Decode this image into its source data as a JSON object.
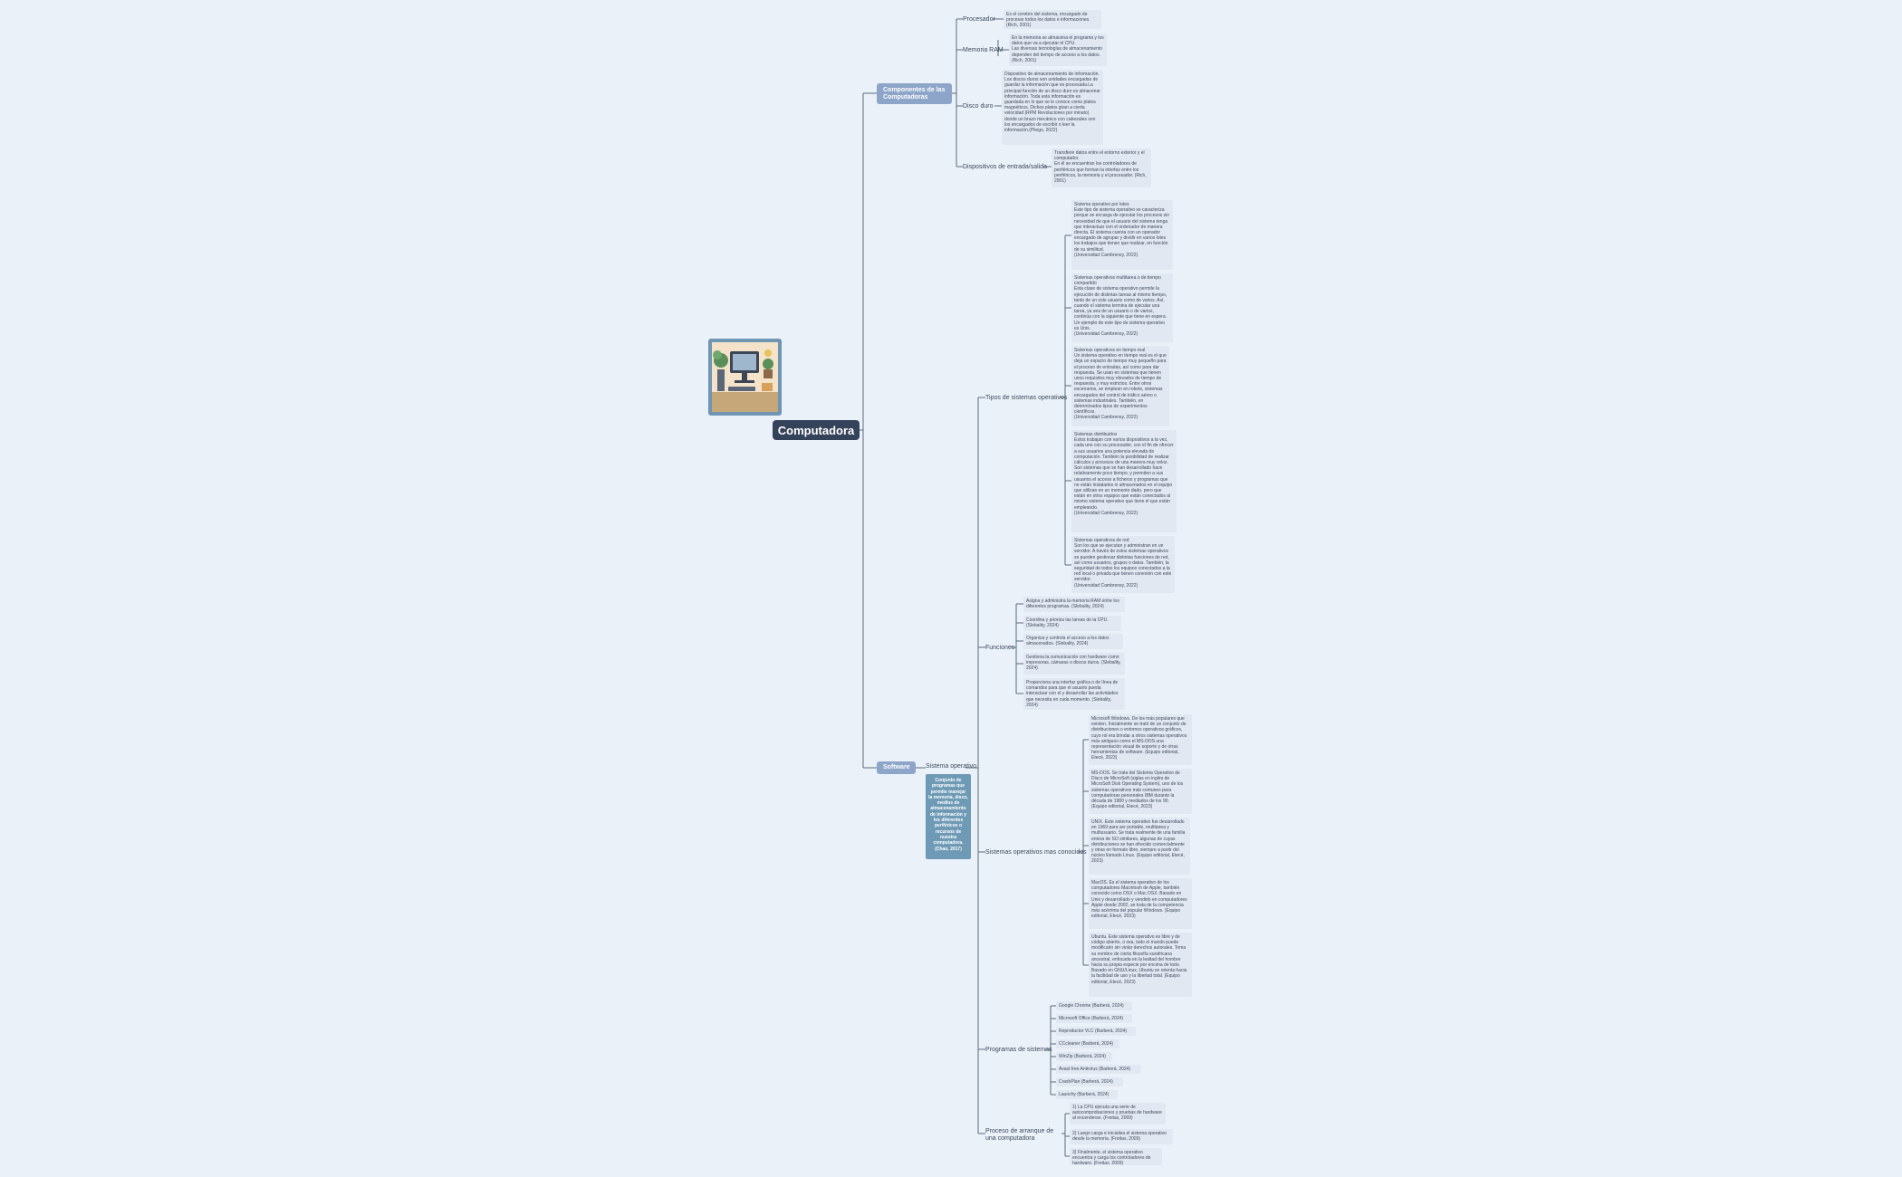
{
  "root": "Computadora",
  "colors": {
    "background": "#eaf1f8",
    "root": "#35435a",
    "main": "#8da5c8",
    "leaf": "#e2e8f1",
    "note": "#6f9ab5",
    "line": "#5a6b80"
  },
  "icons": [
    "computer-desk-illustration"
  ],
  "componentes": {
    "label": "Componentes de las Computadoras",
    "procesador": {
      "label": "Procesador",
      "text": "Es el cerebro del sistema, encargado de procesar todos los datos e informaciones. (Rich, 2001)"
    },
    "ram": {
      "label": "Memoria RAM",
      "text": "En la memoria se almacena el programa y los datos que va a ejecutar el CPU.\nLas diversas tecnologías de almacenamiento dependen del tiempo de acceso a los datos. (Rich, 2001)"
    },
    "disco": {
      "label": "Disco duro",
      "text": "Dispositivo de almacenamiento de información. Los discos duros son unidades encargadas de guardar la información que es procesada.La principal función de un disco duro es almacenar información. Toda esta información es guardada en lo que se le conoce como platos magnéticos. Dichos platos giran a cierta velocidad (RPM Revoluciones por minuto) donde un brazo mecánico con cabezales son los encargados de escribir o leer la información.(Pliego, 2022)"
    },
    "es": {
      "label": "Dispositivos de entrada/salida",
      "text": "Transfiere datos entre el entorno exterior y el computador.\nEn él se encuentran los controladores de periféricos que forman la interfaz entre los periféricos, la memoria y el procesador. (Rich, 2001)"
    }
  },
  "software": {
    "label": "Software",
    "so": {
      "label": "Sistema operativo",
      "note": "Conjunto de programas que permite manejar la memoria, disco, medios de almacenamiento de información y los diferentes periféricos o recursos de nuestra computadora. (Chao, 2017)"
    },
    "tipos": {
      "label": "Tipos de sistemas operativos",
      "items": [
        "Sistema operativo por lotes\nEste tipo de sistema operativo se caracteriza porque se encarga de ejecutar los procesos sin necesidad de que el usuario del sistema tenga que interactuar con el ordenador de manera directa. El sistema cuenta con un operador encargado de agrupar y dividir en varios lotes los trabajos que tienen que realizar, en función de su similitud.\n(Universidad Cambrensy, 2022)",
        "Sistemas operativos multitarea o de tiempo compartido\nEsta clase de sistema operativo permite la ejecución de distintas tareas al mismo tiempo, tanto de un solo usuario como de varios. Así, cuando el sistema termina de ejecutar una tarea, ya sea de un usuario o de varios, continúa con la siguiente que tiene en espera. Un ejemplo de este tipo de sistema operativo es Unix.\n(Universidad Cambrensy, 2022)",
        "Sistemas operativos en tiempo real\nUn sistema operativo en tiempo real es el que deja un espacio de tiempo muy pequeño para el proceso de entradas, así como para dar respuesta. Se usan en sistemas que tienen unos requisitos muy elevados de tiempo de respuesta, y muy estrictos. Entre otros escenarios, se emplean en robots, sistemas encargados del control de tráfico aéreo o sistemas industriales. También, en determinados tipos de experimentos científicos.\n(Universidad Cambrensy, 2022)",
        "Sistemas distribuidos\nEstos trabajan con varios dispositivos a la vez, cada uno con su procesador, con el fin de ofrecer a sus usuarios una potencia elevada de computación. También la posibilidad de realizar cálculos y procesos de una manera muy veloz. Son sistemas que se han desarrollado hace relativamente poco tiempo, y permiten a sus usuarios el acceso a ficheros y programas que no están instalados ni almacenados en el equipo que utilizan en un momento dado, pero que están en otros equipos que están conectados al mismo sistema operativo que tiene el que están empleando.\n(Universidad Cambrensy, 2022)",
        "Sistemas operativos de red\nSon los que se ejecutan y administran en un servidor. A través de estos sistemas operativos se pueden gestionar distintas funciones de red, así como usuarios, grupos o datos. También, la seguridad de todos los equipos conectados a la red local o privada que tienen conexión con este servidor.\n(Universidad Cambrensy, 2022)"
      ]
    },
    "funciones": {
      "label": "Funciones",
      "items": [
        "Asigna y administra la memoria RAM entre los diferentes programas. (Slebality, 2024)",
        "Coordina y prioriza las tareas de la CPU. (Slebality, 2024)",
        "Organiza y controla el acceso a los datos almacenados. (Slebality, 2024)",
        "Gestiona la comunicación con hardware como impresoras, cámaras o discos duros. (Slebality, 2024)",
        "Proporciona una interfaz gráfica o de línea de comandos para que el usuario pueda interactuar con el y desarrollar las actividades que necesita en cada momento. (Slebality, 2024)"
      ]
    },
    "conocidos": {
      "label": "Sistemas operativos mas conocidos",
      "items": [
        "Microsoft Windows. De los más populares que existen. Inicialmente se trató de un conjunto de distribuciones o entornos operativos gráficos, cuyo rol era brindar a otros sistemas operativos más antiguos como el MS-DOS una representación visual de soporte y de otras herramientas de software. (Equipo editorial, Etecé, 2023)",
        "MS-DOS. Se trata del Sistema Operativo de Disco de MicroSoft (siglas en inglés de MicroSoft Disk Operating System), uno de los sistemas operativos más comunes para computadoras personales IBM durante la década de 1980 y mediados de los 90.\n(Equipo editorial, Etecé, 2023)",
        "UNIX. Este sistema operativo fue desarrollado en 1969 para ser portable, multitarea y multiusuario. Se trata realmente de una familia entera de SO similares, algunas de cuyas distribuciones se han ofrecido comercialmente y otras en formato libre, siempre a partir del núcleo llamado Linux. (Equipo editorial, Etecé, 2023)",
        "MacOS. Es el sistema operativo de los computadores Macintosh de Apple, también conocido como OSX o Mac OSX. Basado en Unix y desarrollado y vendido en computadores Apple desde 2002, se trata de la competencia más acérrima del popular Windows. (Equipo editorial, Etecé, 2023)",
        "Ubuntu. Este sistema operativo es libre y de código abierto, o sea, todo el mundo puede modificarlo sin violar derechos autorales. Toma su nombre de cierta filosofía surafricana ancestral, enfocada en la lealtad del hombre hacia su propia especie por encima de todo. Basado en GNU/Linux, Ubuntu se orienta hacia la facilidad de uso y la libertad total. (Equipo editorial, Etecé, 2023)"
      ]
    },
    "programas": {
      "label": "Programas de sistemas",
      "items": [
        "Google Chrome (Barberá, 2024)",
        "Microsoft Office (Barberá, 2024)",
        "Reproductor VLC (Barberá, 2024)",
        "CCcleaner (Barberá, 2024)",
        "WinZip (Barberá, 2024)",
        "Avast free Antivirus (Barberá, 2024)",
        "CrashPlan (Barberá, 2024)",
        "Launchy (Barberá, 2024)"
      ]
    },
    "arranque": {
      "label": "Proceso de arranque de una computadora",
      "items": [
        "1) La CPU ejecuta una serie de autocomprobaciones y pruebas de hardware al encenderse. (Freitas, 2009)",
        "2) Luego carga e inicializa el sistema operativo desde la memoria. (Freitas, 2009)",
        "3) Finalmente, el sistema operativo encuentra y carga los controladores de hardware. (Freitas, 2009)"
      ]
    }
  }
}
